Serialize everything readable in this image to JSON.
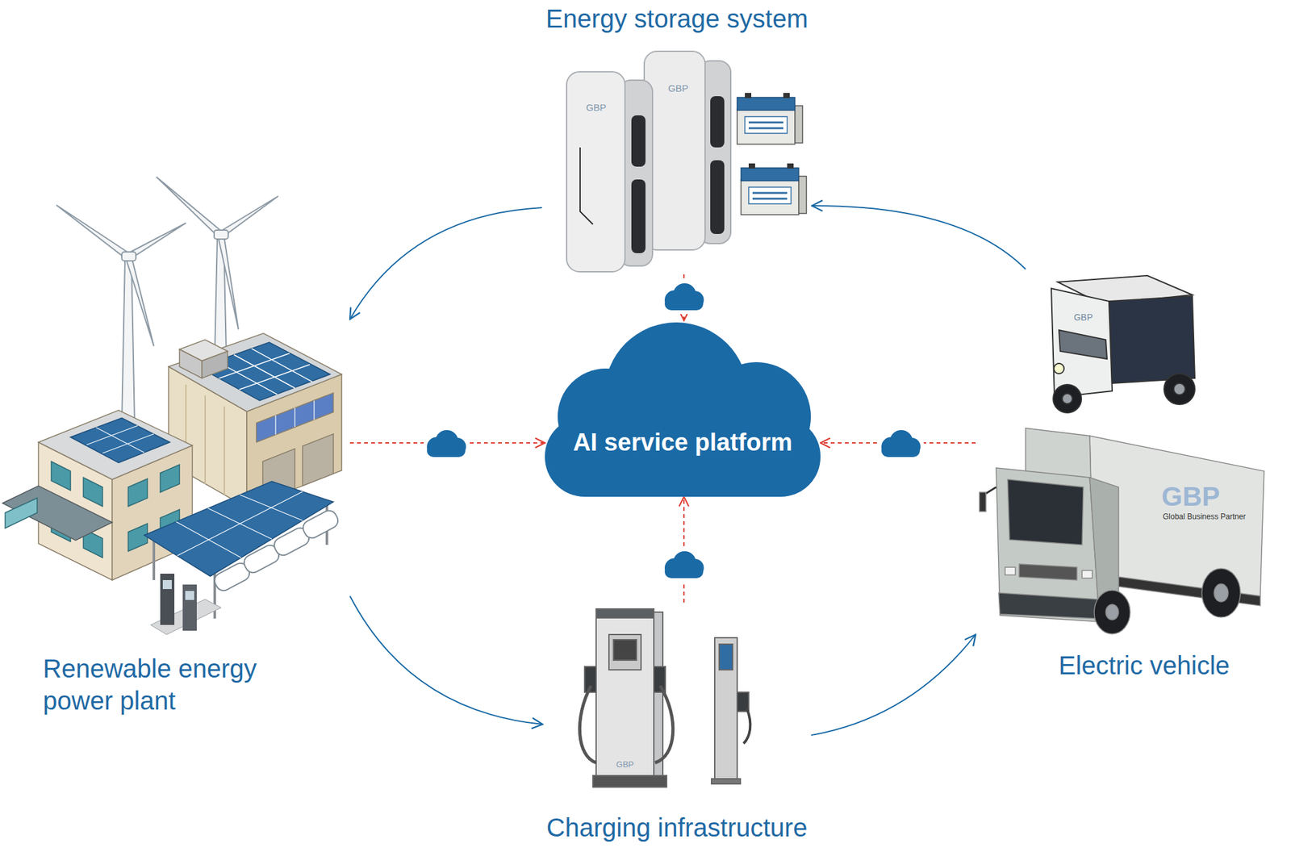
{
  "diagram": {
    "nodes": [
      {
        "text": [
          "Energy storage system"
        ]
      },
      {
        "text": [
          "Renewable energy power plant"
        ]
      },
      {
        "text": [
          "AI service platform"
        ]
      },
      {
        "text": [
          "Electric vehicle"
        ]
      },
      {
        "text": [
          "Charging infrastructure"
        ]
      }
    ],
    "edges": [
      {
        "from": 0,
        "to": 1,
        "arrow": "to"
      },
      {
        "from": 1,
        "to": 4,
        "arrow": "to"
      },
      {
        "from": 4,
        "to": 3,
        "arrow": "to"
      },
      {
        "from": 3,
        "to": 0,
        "arrow": "to"
      },
      {
        "from": 0,
        "to": 2,
        "arrow": "to"
      },
      {
        "from": 1,
        "to": 2,
        "arrow": "to"
      },
      {
        "from": 3,
        "to": 2,
        "arrow": "to"
      },
      {
        "from": 4,
        "to": 2,
        "arrow": "to"
      }
    ],
    "labels": [
      "GBP",
      "GBP",
      "GBP",
      "GBP",
      "Global Business Partner",
      "GBP"
    ]
  }
}
